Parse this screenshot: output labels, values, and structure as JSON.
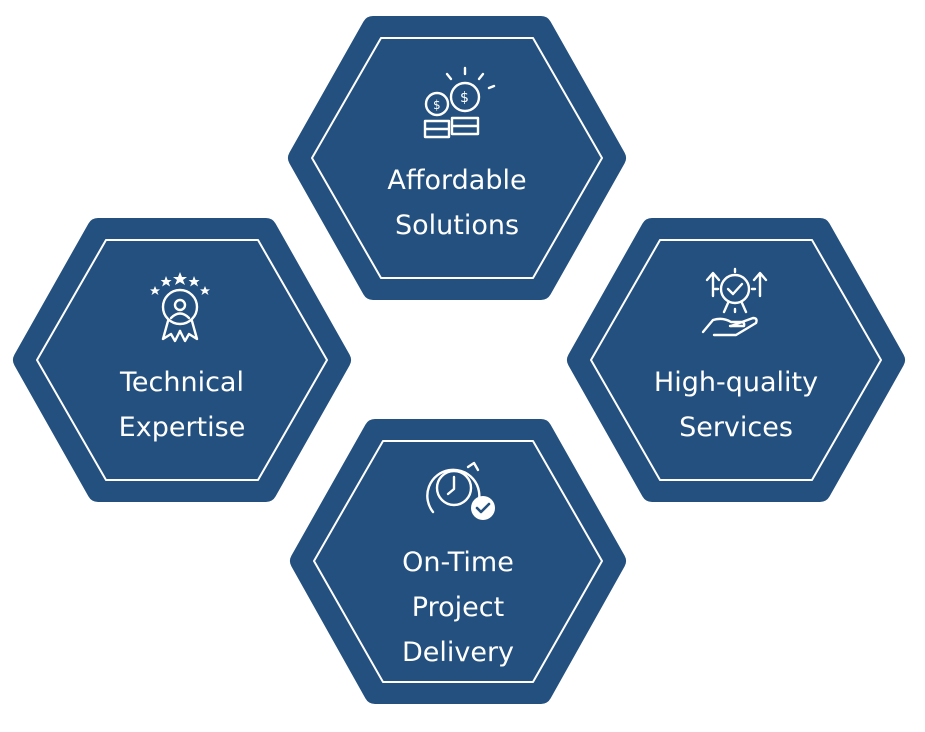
{
  "colors": {
    "hex_fill": "#23507e",
    "outline": "#ffffff",
    "text": "#ffffff"
  },
  "cards": [
    {
      "id": "affordable",
      "icon": "coins-icon",
      "lines": [
        "Affordable",
        "Solutions"
      ]
    },
    {
      "id": "technical",
      "icon": "award-badge-icon",
      "lines": [
        "Technical",
        "Expertise"
      ]
    },
    {
      "id": "quality",
      "icon": "quality-hand-icon",
      "lines": [
        "High-quality",
        "Services"
      ]
    },
    {
      "id": "ontime",
      "icon": "clock-check-icon",
      "lines": [
        "On-Time",
        "Project",
        "Delivery"
      ]
    }
  ]
}
